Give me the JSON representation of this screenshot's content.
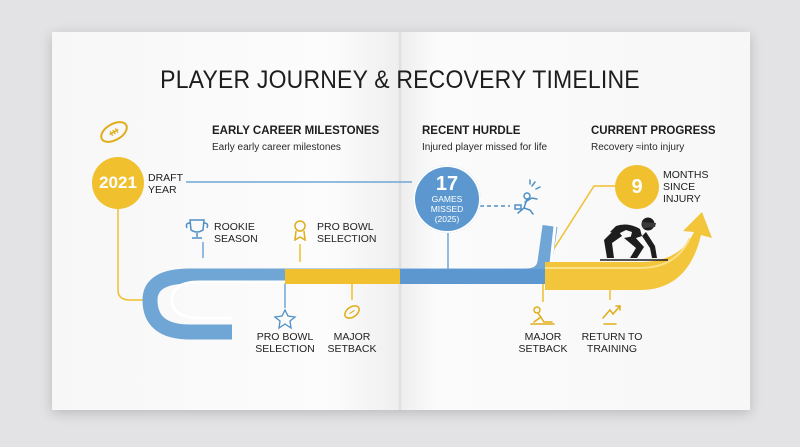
{
  "title": "PLAYER JOURNEY & RECOVERY TIMELINE",
  "colors": {
    "blue": "#6fa6d6",
    "blue_dark": "#4f8fc7",
    "gold": "#f0c02e",
    "gold_dark": "#e0ad18",
    "ink": "#1d1d1d"
  },
  "sections": {
    "early": {
      "title": "EARLY CAREER MILESTONES",
      "subtitle": "Early early career milestones"
    },
    "hurdle": {
      "title": "RECENT HURDLE",
      "subtitle": "Injured player missed for life"
    },
    "progress": {
      "title": "CURRENT PROGRESS",
      "subtitle": "Recovery ≈into injury"
    }
  },
  "draft": {
    "year": "2021",
    "label": "DRAFT\nYEAR"
  },
  "games_missed": {
    "number": "17",
    "text": "GAMES\nMISSED\n(2025)"
  },
  "months_since": {
    "number": "9",
    "label": "MONTHS\nSINCE\nINJURY"
  },
  "milestones": {
    "rookie": "ROOKIE\nSEASON",
    "pro_bowl_top": "PRO BOWL\nSELECTION",
    "pro_bowl_bottom": "PRO BOWL\nSELECTION",
    "major_setback_left": "MAJOR\nSETBACK",
    "major_setback_right": "MAJOR\nSETBACK",
    "return_training": "RETURN TO\nTRAINING"
  },
  "icons": [
    "football-icon",
    "trophy-icon",
    "award-icon",
    "star-icon",
    "football-small-icon",
    "injured-player-icon",
    "fallen-player-icon",
    "training-icon",
    "sprinter-icon"
  ]
}
